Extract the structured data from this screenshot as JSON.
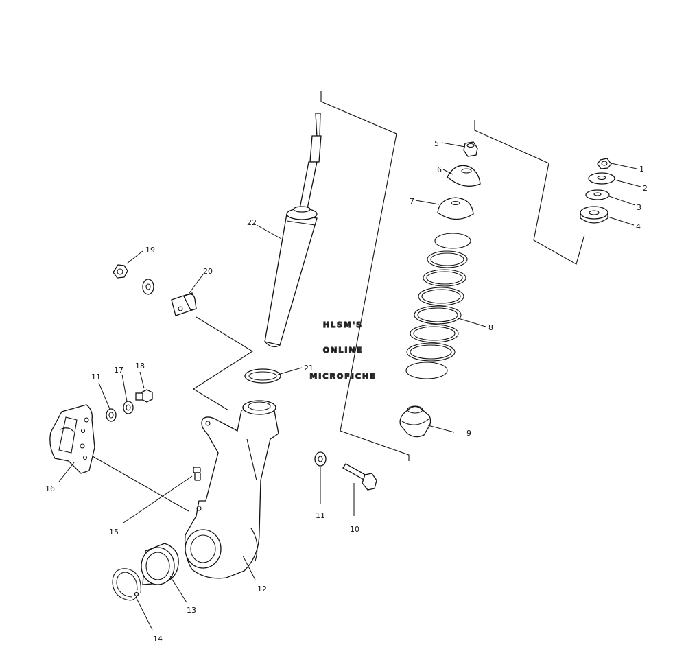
{
  "watermark": {
    "line1": "HLSM'S",
    "line2": "ONLINE",
    "line3": "MICROFICHE"
  },
  "callouts": [
    {
      "id": "c1",
      "label": "1"
    },
    {
      "id": "c2",
      "label": "2"
    },
    {
      "id": "c3",
      "label": "3"
    },
    {
      "id": "c4",
      "label": "4"
    },
    {
      "id": "c5",
      "label": "5"
    },
    {
      "id": "c6",
      "label": "6"
    },
    {
      "id": "c7",
      "label": "7"
    },
    {
      "id": "c8",
      "label": "8"
    },
    {
      "id": "c9",
      "label": "9"
    },
    {
      "id": "c10",
      "label": "10"
    },
    {
      "id": "c11a",
      "label": "11"
    },
    {
      "id": "c11b",
      "label": "11"
    },
    {
      "id": "c12",
      "label": "12"
    },
    {
      "id": "c13",
      "label": "13"
    },
    {
      "id": "c14",
      "label": "14"
    },
    {
      "id": "c15",
      "label": "15"
    },
    {
      "id": "c16",
      "label": "16"
    },
    {
      "id": "c17",
      "label": "17"
    },
    {
      "id": "c18",
      "label": "18"
    },
    {
      "id": "c19",
      "label": "19"
    },
    {
      "id": "c20",
      "label": "20"
    },
    {
      "id": "c21",
      "label": "21"
    },
    {
      "id": "c22",
      "label": "22"
    }
  ]
}
